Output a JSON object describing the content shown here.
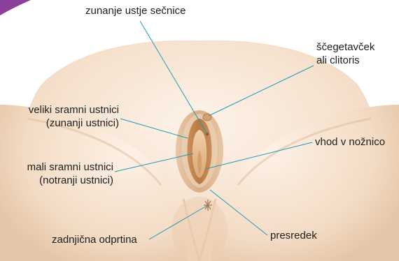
{
  "labels": {
    "urethra": "zunanje ustje sečnice",
    "clitoris_line1": "ščegetavček",
    "clitoris_line2": "ali clitoris",
    "labia_majora_line1": "veliki sramni ustnici",
    "labia_majora_line2": "(zunanji ustnici)",
    "vagina": "vhod v nožnico",
    "labia_minora_line1": "mali sramni ustnici",
    "labia_minora_line2": "(notranji ustnici)",
    "anus": "zadnjična odprtina",
    "perineum": "presredek"
  },
  "colors": {
    "skin_light": "#fcefe3",
    "skin_mid": "#f1d7bf",
    "skin_shadow": "#e3bf9f",
    "labia_outer": "#d9b189",
    "labia_inner": "#c58f5f",
    "vestibule": "#e9c39b",
    "leader_line": "#1f9bb6",
    "corner_accent": "#8a3f9a"
  }
}
